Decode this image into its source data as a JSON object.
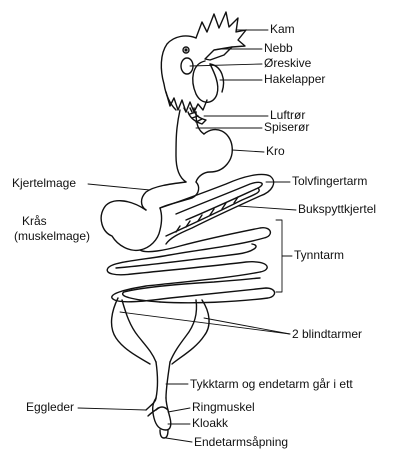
{
  "labels": {
    "kam": "Kam",
    "nebb": "Nebb",
    "oreskive": "Øreskive",
    "hakelapper": "Hakelapper",
    "luftror": "Luftrør",
    "spiseror": "Spiserør",
    "kro": "Kro",
    "kjertelmage": "Kjertelmage",
    "tolvfingertarm": "Tolvfingertarm",
    "bukspyttkjertel": "Bukspyttkjertel",
    "kraas_line1": "Krås",
    "kraas_line2": "(muskelmage)",
    "tynntarm": "Tynntarm",
    "blindtarmer": "2 blindtarmer",
    "tykktarm": "Tykktarm og endetarm går i ett",
    "eggleder": "Eggleder",
    "ringmuskel": "Ringmuskel",
    "kloakk": "Kloakk",
    "endetarmsapning": "Endetarmsåpning"
  }
}
